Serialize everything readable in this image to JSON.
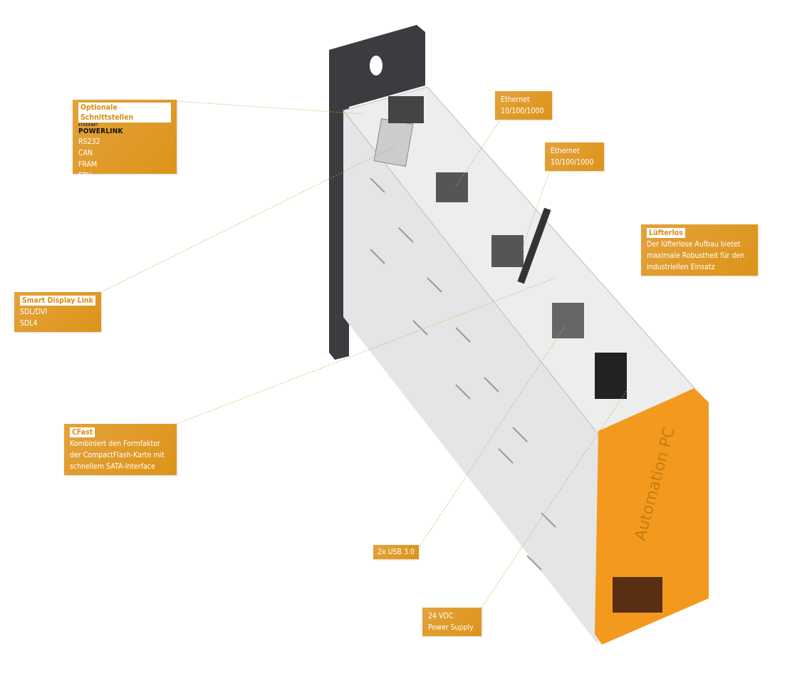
{
  "callouts": {
    "interfaces": {
      "title": "Optionale Schnittstellen",
      "logo": "POWERLINK",
      "logo_sub": "ETHERNET",
      "items": [
        "RS232",
        "CAN",
        "FRAM",
        "ETH"
      ]
    },
    "ethernet1": {
      "lines": [
        "Ethernet",
        "10/100/1000"
      ]
    },
    "ethernet2": {
      "lines": [
        "Ethernet",
        "10/100/1000"
      ]
    },
    "fanless": {
      "title": "Lüfterlos",
      "lines": [
        "Der lüfterlose Aufbau bietet",
        "maximale Robustheit für den",
        "industriellen Einsatz"
      ]
    },
    "sdl": {
      "title": "Smart Display Link",
      "items": [
        "SDL/DVI",
        "SDL4"
      ]
    },
    "cfast": {
      "title": "CFast",
      "lines": [
        "Kombiniert den Formfaktor",
        "der CompactFlash-Karte mit",
        "schnellem SATA-Interface"
      ]
    },
    "usb": {
      "label": "2x USB 3.0"
    },
    "power": {
      "lines": [
        "24 VDC",
        "Power Supply"
      ]
    }
  },
  "product": {
    "label": "Automation PC"
  },
  "colors": {
    "accent": "#dd9a25",
    "cap": "#f39a1e",
    "bracket": "#3a3b3e",
    "housing": "#e6e7e8"
  }
}
